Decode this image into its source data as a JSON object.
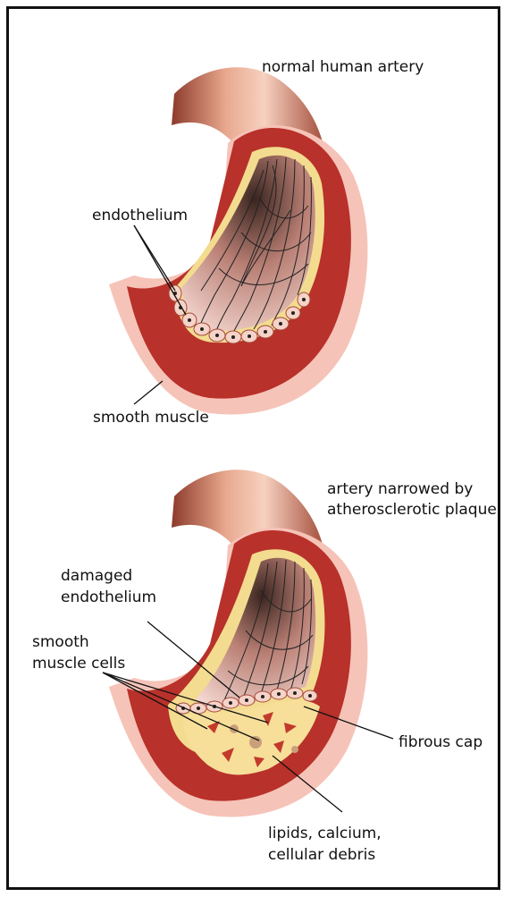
{
  "labels": {
    "normal_artery": "normal human artery",
    "endothelium": "endothelium",
    "smooth_muscle": "smooth muscle",
    "narrowed_line1": "artery narrowed by",
    "narrowed_line2": "atherosclerotic plaque",
    "damaged_line1": "damaged",
    "damaged_line2": "endothelium",
    "sm_cells_line1": "smooth",
    "sm_cells_line2": "muscle cells",
    "fibrous_cap": "fibrous cap",
    "lipids_line1": "lipids, calcium,",
    "lipids_line2": "cellular debris"
  },
  "colors": {
    "muscle": "#b8312a",
    "adventitia": "#f6c3b8",
    "endothelium_layer": "#f3dc8f",
    "plaque": "#f7df9a",
    "lumen": "#d9a9a0",
    "fiber_line": "#222222"
  }
}
